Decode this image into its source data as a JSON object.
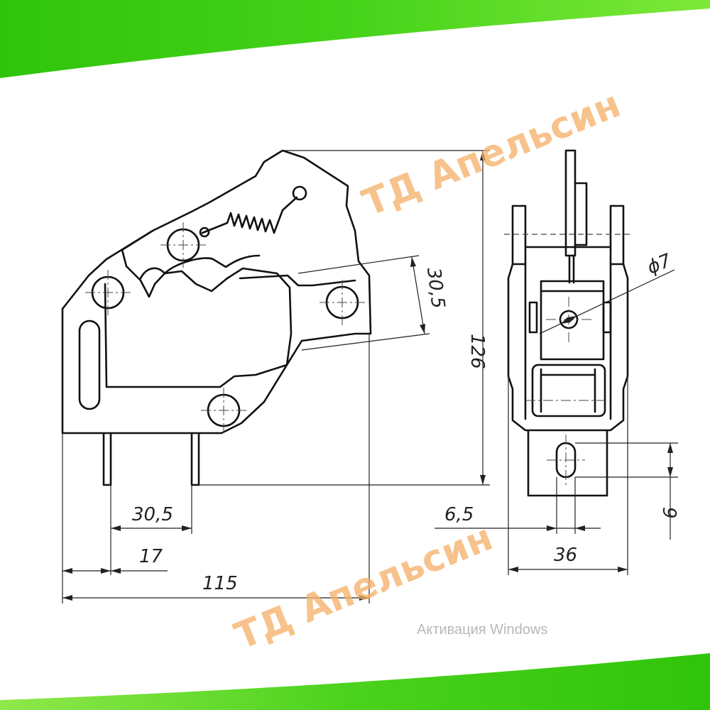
{
  "watermark": {
    "text": "ТД Апельсин"
  },
  "os_notice": {
    "text": "Активация Windows"
  },
  "dimensions": {
    "d_30_5_bottom": "30,5",
    "d_17": "17",
    "d_115": "115",
    "d_30_5_side": "30,5",
    "d_126": "126",
    "d_phi7": "ϕ7",
    "d_6_5": "6,5",
    "d_36": "36",
    "d_9": "9"
  },
  "colors": {
    "banner_green": "#3fce12",
    "banner_green_light": "#8fe84a",
    "watermark_orange": "#f6b26b"
  }
}
